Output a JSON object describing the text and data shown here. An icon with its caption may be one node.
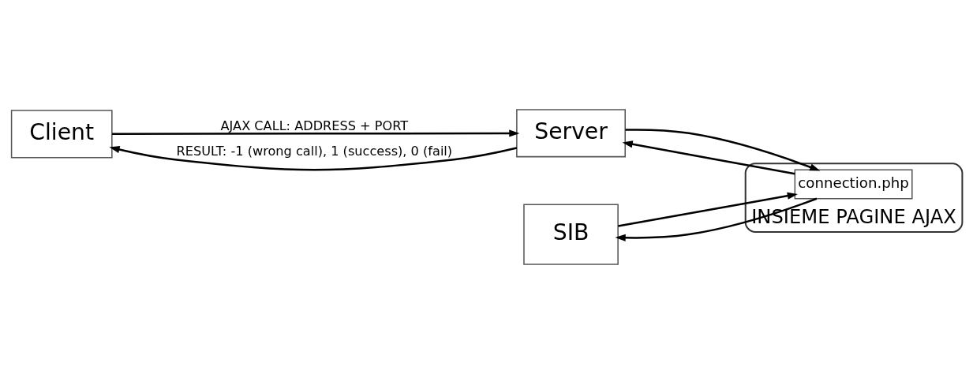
{
  "diagram": {
    "nodes": [
      {
        "text": [
          "Client"
        ]
      },
      {
        "text": [
          "Server"
        ]
      },
      {
        "text": [
          "SIB"
        ]
      },
      {
        "text": [
          "INSIEME PAGINE AJAX"
        ]
      },
      {
        "text": [
          "connection.php"
        ],
        "in": 3
      }
    ],
    "edges": [
      {
        "from": 0,
        "to": 1,
        "arrow": "to",
        "label": "AJAX CALL: ADDRESS + PORT"
      },
      {
        "from": 1,
        "to": 0,
        "arrow": "to",
        "label": "RESULT: -1 (wrong call), 1 (success), 0 (fail)"
      },
      {
        "from": 4,
        "to": 1,
        "arrow": "to"
      },
      {
        "from": 1,
        "to": 4,
        "arrow": "to"
      },
      {
        "from": 4,
        "to": 2,
        "arrow": "to"
      },
      {
        "from": 2,
        "to": 4,
        "arrow": "to"
      }
    ]
  }
}
